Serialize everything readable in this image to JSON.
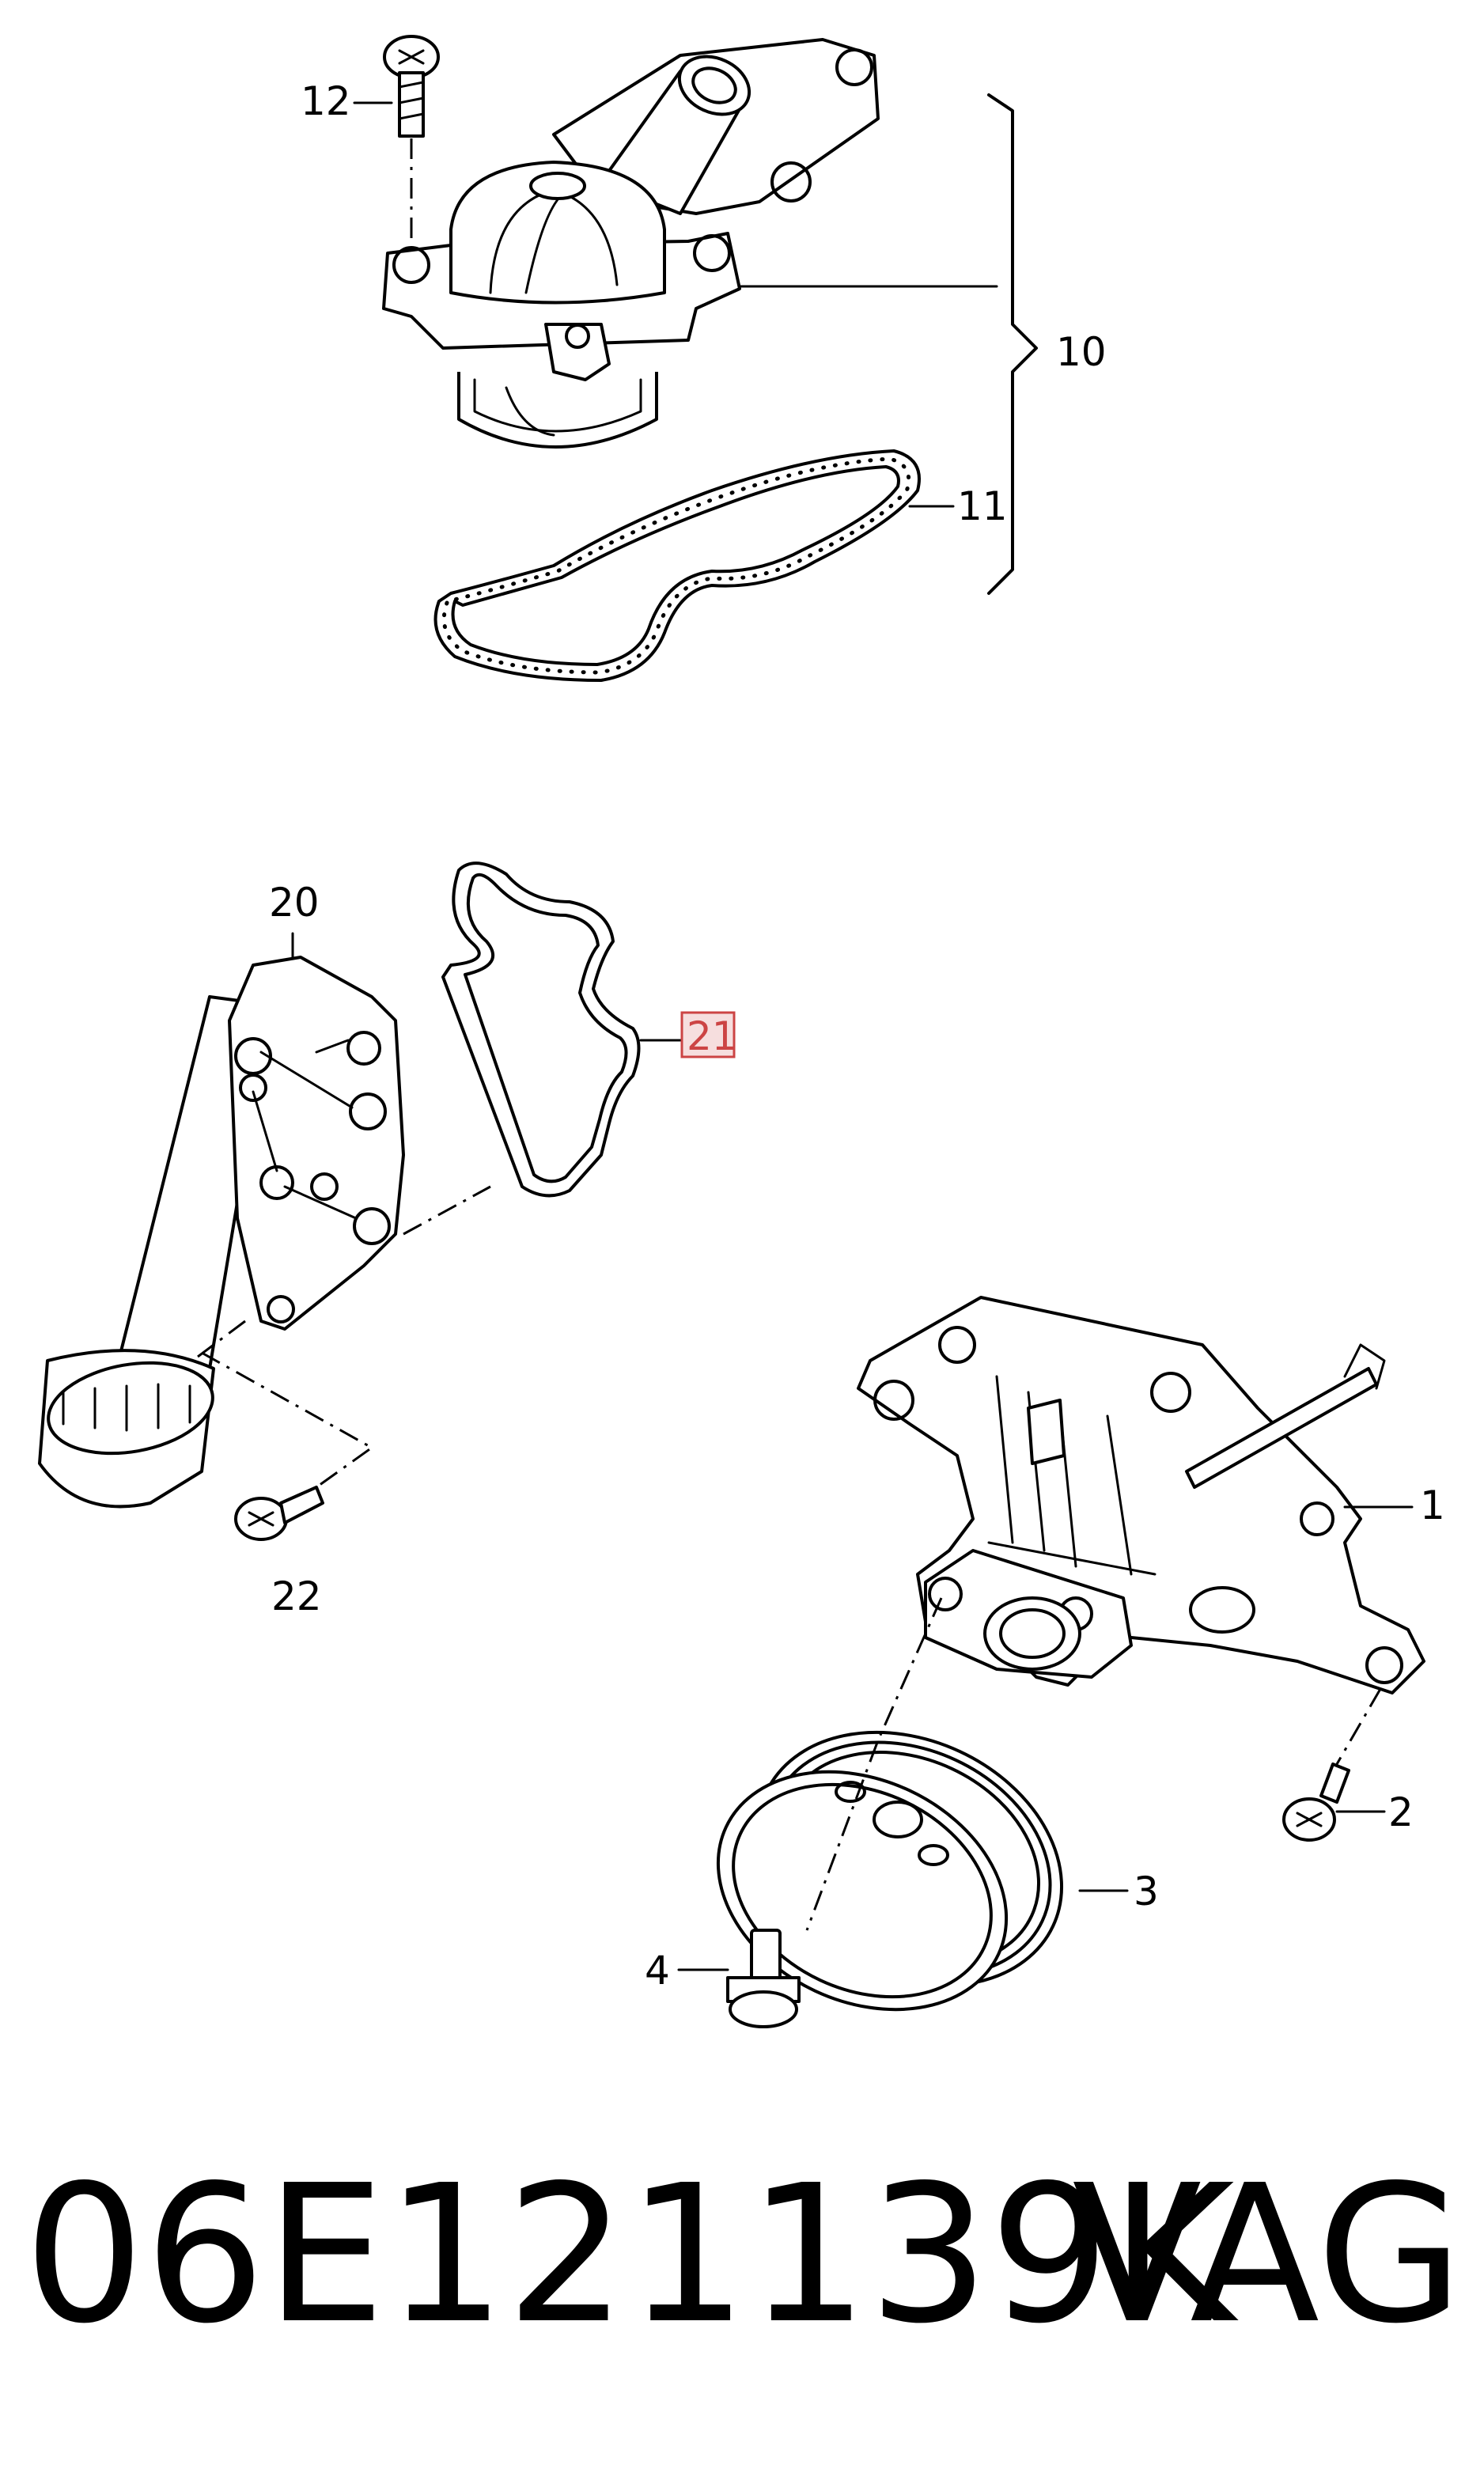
{
  "callouts": {
    "c1": "1",
    "c2": "2",
    "c3": "3",
    "c4": "4",
    "c10": "10",
    "c11": "11",
    "c12": "12",
    "c20": "20",
    "c21": "21",
    "c22": "22"
  },
  "highlight_color": "#cc4444",
  "footer": {
    "part_number": "06E121139K",
    "brand": "VAG"
  }
}
